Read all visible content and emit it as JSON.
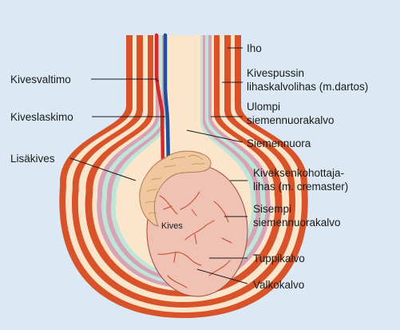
{
  "diagram": {
    "background_color": "#dce9f4",
    "colors": {
      "skin_red": "#d8532a",
      "cream": "#fbe6cc",
      "pink_band": "#d7a1b6",
      "mint_band": "#bfe5d9",
      "artery_red": "#d42a2a",
      "vein_blue": "#1f4f9e",
      "testis_fill": "#efc2b4",
      "epididymis_fill": "#f1c7a0",
      "vessel_red": "#c8442a"
    },
    "labels": {
      "iho": "Iho",
      "kivespussin_1": "Kivespussin",
      "kivespussin_2": "lihaskalvolihas (m.dartos)",
      "kivesvaltimo": "Kivesvaltimo",
      "kiveslaskimo": "Kiveslaskimo",
      "ulompi_1": "Ulompi",
      "ulompi_2": "siemennuorakalvo",
      "siemennuora": "Siemennuora",
      "lisakives": "Lisäkives",
      "kiveksenkohottaja_1": "Kiveksenkohottaja-",
      "kiveksenkohottaja_2": "lihas (m. cremaster)",
      "kives": "Kives",
      "sisempi_1": "Sisempi",
      "sisempi_2": "siemennuorakalvo",
      "tuppikalvo": "Tuppikalvo",
      "valkokalvo": "Valkokalvo"
    }
  }
}
